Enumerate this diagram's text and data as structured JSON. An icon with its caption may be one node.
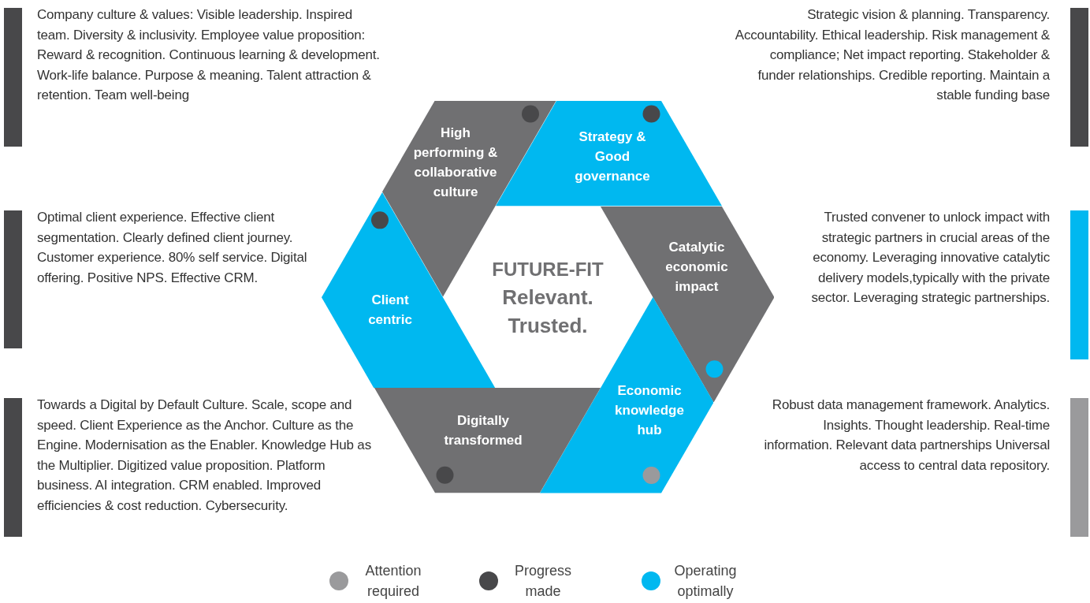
{
  "diagram": {
    "nodes": [
      {
        "text": [
          "High performing & collaborative culture"
        ]
      },
      {
        "text": [
          "Strategy & Good governance"
        ]
      },
      {
        "text": [
          "Catalytic economic impact"
        ]
      },
      {
        "text": [
          "Economic knowledge hub"
        ]
      },
      {
        "text": [
          "Digitally transformed"
        ]
      },
      {
        "text": [
          "Client centric"
        ]
      },
      {
        "text": [
          "FUTURE-FIT",
          "Relevant. Trusted."
        ]
      },
      {
        "text": [
          "Company culture & values: Visible leadership. Inspired team. Diversity & inclusivity. Employee value proposition: Reward & recognition. Continuous learning & development. Work-life balance. Purpose & meaning. Talent attraction & retention. Team well-being"
        ]
      },
      {
        "text": [
          "Strategic vision & planning. Transparency. Accountability. Ethical leadership. Risk management & compliance; Net impact reporting. Stakeholder & funder relationships. Credible reporting. Maintain a stable funding base"
        ]
      },
      {
        "text": [
          "Optimal client experience. Effective client segmentation. Clearly defined client journey. Customer experience. 80% self service. Digital offering. Positive NPS. Effective CRM."
        ]
      },
      {
        "text": [
          "Trusted convener to unlock impact with strategic partners in crucial areas of the economy. Leveraging innovative catalytic delivery models,typically with the private sector. Leveraging strategic partnerships."
        ]
      },
      {
        "text": [
          "Towards a Digital by Default Culture. Scale, scope and speed. Client Experience as the Anchor. Culture as the Engine. Modernisation as the Enabler. Knowledge Hub as the Multiplier. Digitized value proposition. Platform business. AI integration. CRM enabled. Improved efficiencies & cost reduction. Cybersecurity."
        ]
      },
      {
        "text": [
          "Robust data management framework. Analytics. Insights. Thought leadership. Real-time information. Relevant data partnerships Universal access to central data repository."
        ]
      }
    ],
    "edges": [],
    "legend": [
      {
        "text": "Attention required",
        "color": "#9a9a9c"
      },
      {
        "text": "Progress made",
        "color": "#48484a"
      },
      {
        "text": "Operating optimally",
        "color": "#00b8f0"
      }
    ]
  }
}
